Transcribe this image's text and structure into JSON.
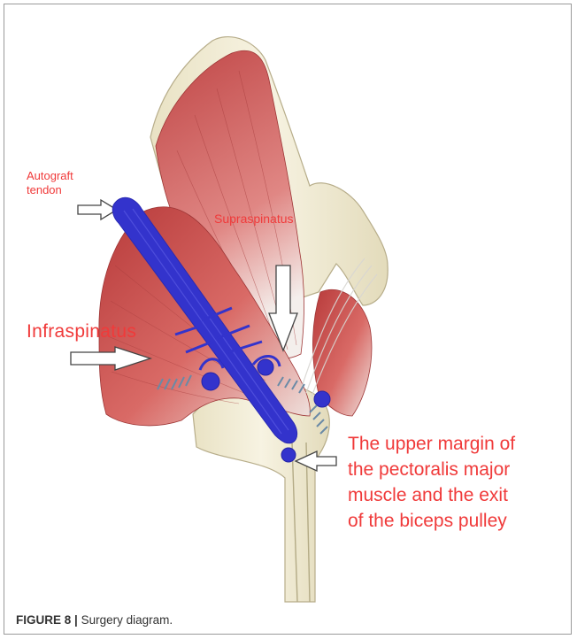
{
  "labels": {
    "autograft_line1": "Autograft",
    "autograft_line2": "tendon",
    "supraspinatus": "Supraspinatus",
    "infraspinatus": "Infraspinatus",
    "upper_margin_lines": [
      "The upper margin of",
      "the pectoralis major",
      "muscle and the exit",
      "of the biceps pulley"
    ]
  },
  "caption": {
    "prefix": "FIGURE 8 |",
    "text": "Surgery diagram."
  },
  "colors": {
    "label_red": "#f03a3a",
    "graft_blue": "#3333cc",
    "muscle_red": "#c84a4a",
    "bone": "#f1ecd4"
  }
}
